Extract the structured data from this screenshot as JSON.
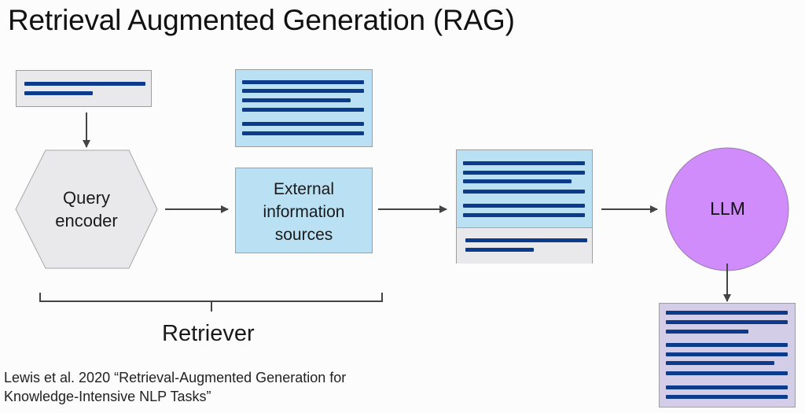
{
  "title": "Retrieval Augmented Generation (RAG)",
  "nodes": {
    "query_doc": {
      "kind": "document",
      "lines": 2,
      "color": "#e9e9eb"
    },
    "query_encoder": {
      "label_line1": "Query",
      "label_line2": "encoder",
      "shape": "hexagon",
      "color": "#e9e9eb"
    },
    "retrieved_doc": {
      "kind": "document",
      "lines": 6,
      "color": "#b9e1f3"
    },
    "external_sources": {
      "label_line1": "External",
      "label_line2": "information",
      "label_line3": "sources",
      "color": "#b9e1f3"
    },
    "augmented_prompt": {
      "kind": "document",
      "context_lines": 6,
      "query_lines": 2,
      "context_color": "#b9e1f3",
      "query_color": "#e9e9eb"
    },
    "llm": {
      "label": "LLM",
      "shape": "circle",
      "color": "#d08cfa"
    },
    "output_doc": {
      "kind": "document",
      "lines": 9,
      "color": "#d4cde7"
    }
  },
  "retriever_label": "Retriever",
  "citation": {
    "line1": "Lewis et al. 2020 “Retrieval-Augmented Generation for",
    "line2": "Knowledge-Intensive NLP Tasks”"
  },
  "colors": {
    "text_line": "#0d3b8c",
    "arrow": "#444444"
  }
}
